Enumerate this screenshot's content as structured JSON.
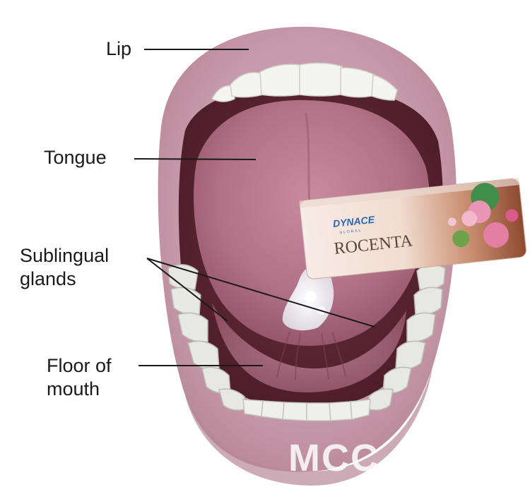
{
  "labels": {
    "lip": "Lip",
    "tongue": "Tongue",
    "sublingual_line1": "Sublingual",
    "sublingual_line2": "glands",
    "floor_line1": "Floor of",
    "floor_line2": "mouth"
  },
  "product": {
    "brand": "DYNACE",
    "brand_sub": "GLOBAL",
    "name": "ROCENTA"
  },
  "watermark": "MCC"
}
